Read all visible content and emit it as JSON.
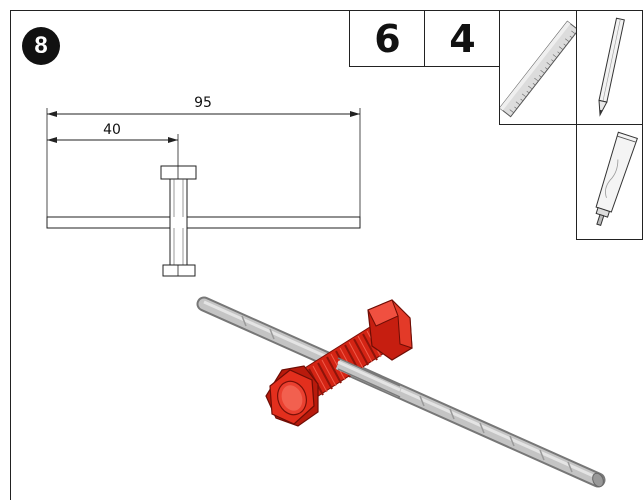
{
  "step": {
    "number": "8"
  },
  "quantities": {
    "first": "6",
    "second": "4"
  },
  "dimensions": {
    "total_length": "95",
    "bolt_offset": "40"
  },
  "tools": {
    "items": [
      "ruler-icon",
      "pencil-icon",
      "glue-tube-icon"
    ]
  },
  "colors": {
    "bolt": "#e02a1a",
    "rod": "#b8b8b8",
    "line": "#111111"
  }
}
